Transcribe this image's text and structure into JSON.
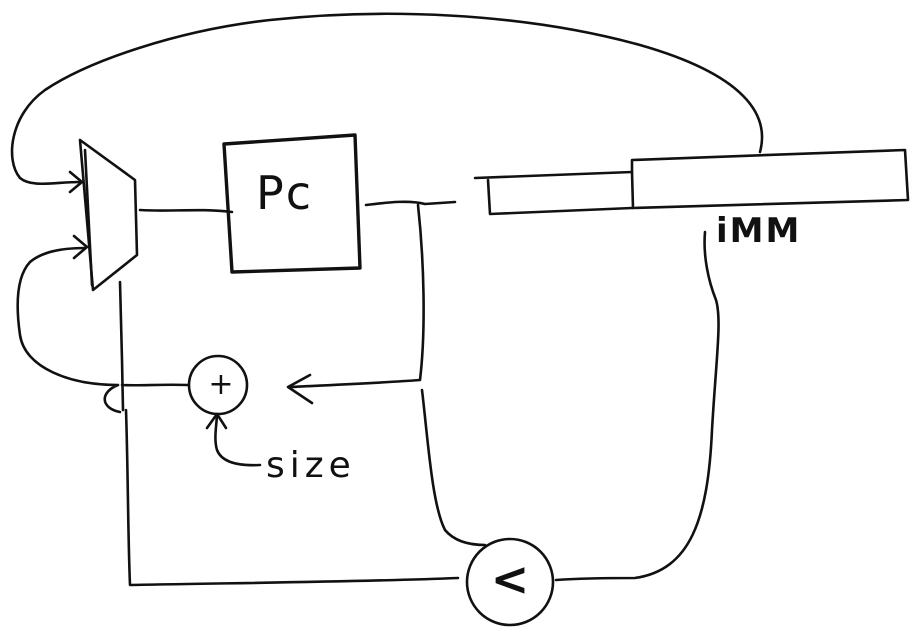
{
  "diagram": {
    "pc_register": {
      "label": "Pc"
    },
    "immediate": {
      "label": "iMM"
    },
    "adder": {
      "operator": "+",
      "input_label": "size"
    },
    "comparator": {
      "operator": "<"
    }
  }
}
